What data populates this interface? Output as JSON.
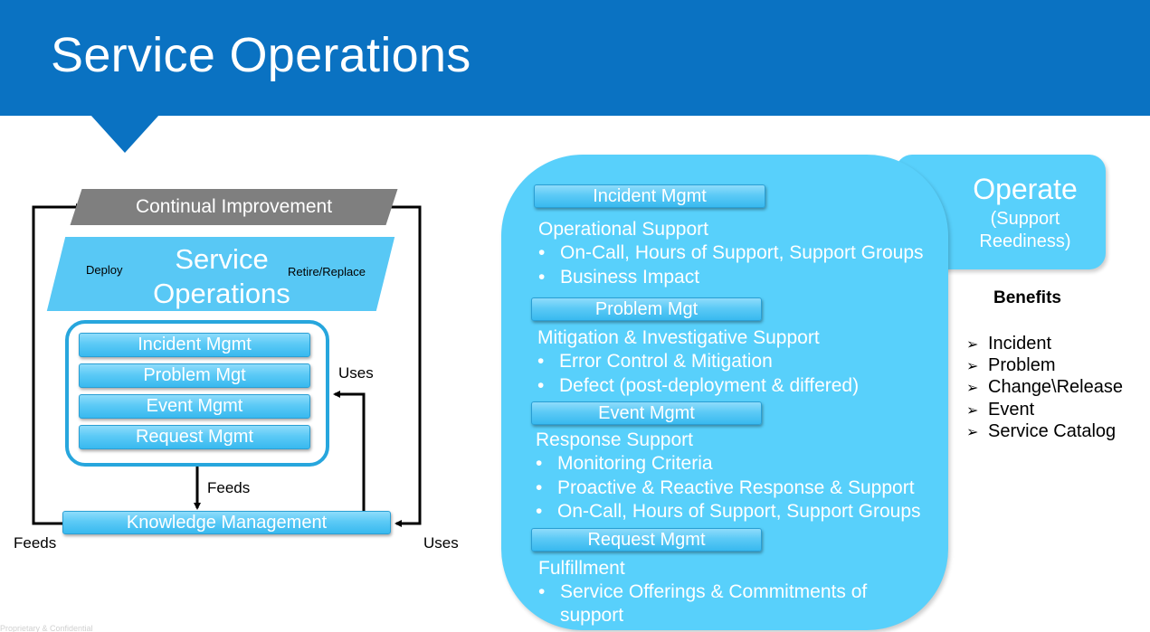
{
  "header": {
    "title": "Service Operations"
  },
  "diagram": {
    "continual_improvement": "Continual Improvement",
    "service_operations": {
      "title": "Service Operations",
      "deploy": "Deploy",
      "retire": "Retire/Replace"
    },
    "processes": [
      "Incident Mgmt",
      "Problem Mgt",
      "Event Mgmt",
      "Request Mgmt"
    ],
    "knowledge_management": "Knowledge Management",
    "labels": {
      "uses_right": "Uses",
      "feeds_center": "Feeds",
      "feeds_left": "Feeds",
      "uses_bottom": "Uses"
    }
  },
  "operate": {
    "title": "Operate",
    "subtitle_line1": "(Support",
    "subtitle_line2": "Reediness)"
  },
  "panel": {
    "incident": {
      "heading": "Incident Mgmt",
      "title": "Operational Support",
      "bullets": [
        "On-Call, Hours of Support, Support Groups",
        "Business Impact"
      ]
    },
    "problem": {
      "heading": "Problem Mgt",
      "title": "Mitigation & Investigative Support",
      "bullets": [
        "Error Control & Mitigation",
        "Defect (post-deployment & differed)"
      ]
    },
    "event": {
      "heading": "Event Mgmt",
      "title": "Response Support",
      "bullets": [
        "Monitoring Criteria",
        "Proactive & Reactive Response & Support",
        "On-Call, Hours of Support, Support Groups"
      ]
    },
    "request": {
      "heading": "Request Mgmt",
      "title": "Fulfillment",
      "bullets": [
        "Service Offerings & Commitments of",
        "support"
      ]
    }
  },
  "benefits": {
    "title": "Benefits",
    "items": [
      "Incident",
      "Problem",
      "Change\\Release",
      "Event",
      "Service Catalog"
    ]
  },
  "footer": {
    "text": "Proprietary & Confidential"
  },
  "colors": {
    "banner": "#0a72c2",
    "light_blue": "#58d0fb",
    "gray": "#7f7f7f",
    "border_blue": "#27a6dd"
  }
}
